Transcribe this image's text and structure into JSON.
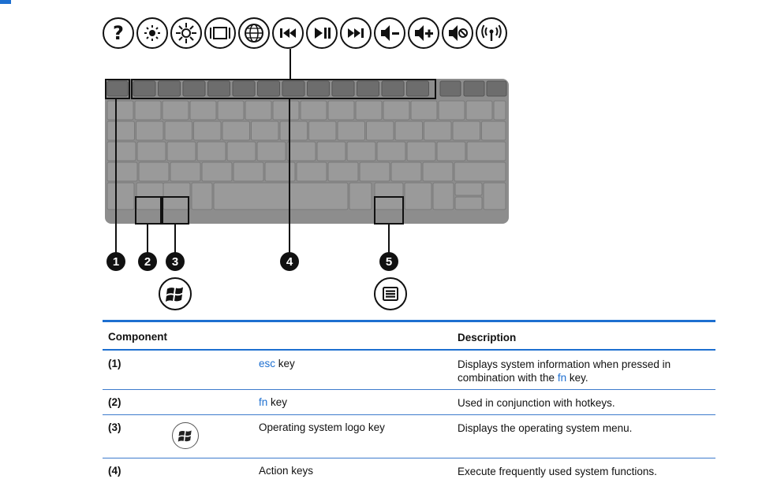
{
  "hotkeys": [
    {
      "icon": "help-icon"
    },
    {
      "icon": "brightness-down-icon"
    },
    {
      "icon": "brightness-up-icon"
    },
    {
      "icon": "display-switch-icon"
    },
    {
      "icon": "web-icon"
    },
    {
      "icon": "previous-track-icon"
    },
    {
      "icon": "play-pause-icon"
    },
    {
      "icon": "next-track-icon"
    },
    {
      "icon": "volume-down-icon"
    },
    {
      "icon": "volume-up-icon"
    },
    {
      "icon": "mute-icon"
    },
    {
      "icon": "wireless-icon"
    }
  ],
  "callouts": {
    "c1": "1",
    "c2": "2",
    "c3": "3",
    "c4": "4",
    "c5": "5"
  },
  "table": {
    "header": {
      "component": "Component",
      "description": "Description"
    },
    "rows": [
      {
        "num": "(1)",
        "key_term": "esc",
        "key_suffix": " key",
        "desc_a": "Displays system information when pressed in combination with the ",
        "desc_term": "fn",
        "desc_b": " key."
      },
      {
        "num": "(2)",
        "key_term": "fn",
        "key_suffix": " key",
        "desc": "Used in conjunction with hotkeys."
      },
      {
        "num": "(3)",
        "component": "Operating system logo key",
        "desc": "Displays the operating system menu."
      },
      {
        "num": "(4)",
        "component": "Action keys",
        "desc": "Execute frequently used system functions."
      }
    ]
  },
  "colors": {
    "accent": "#1d6fd0",
    "keyboard": "#8d8d8d"
  }
}
